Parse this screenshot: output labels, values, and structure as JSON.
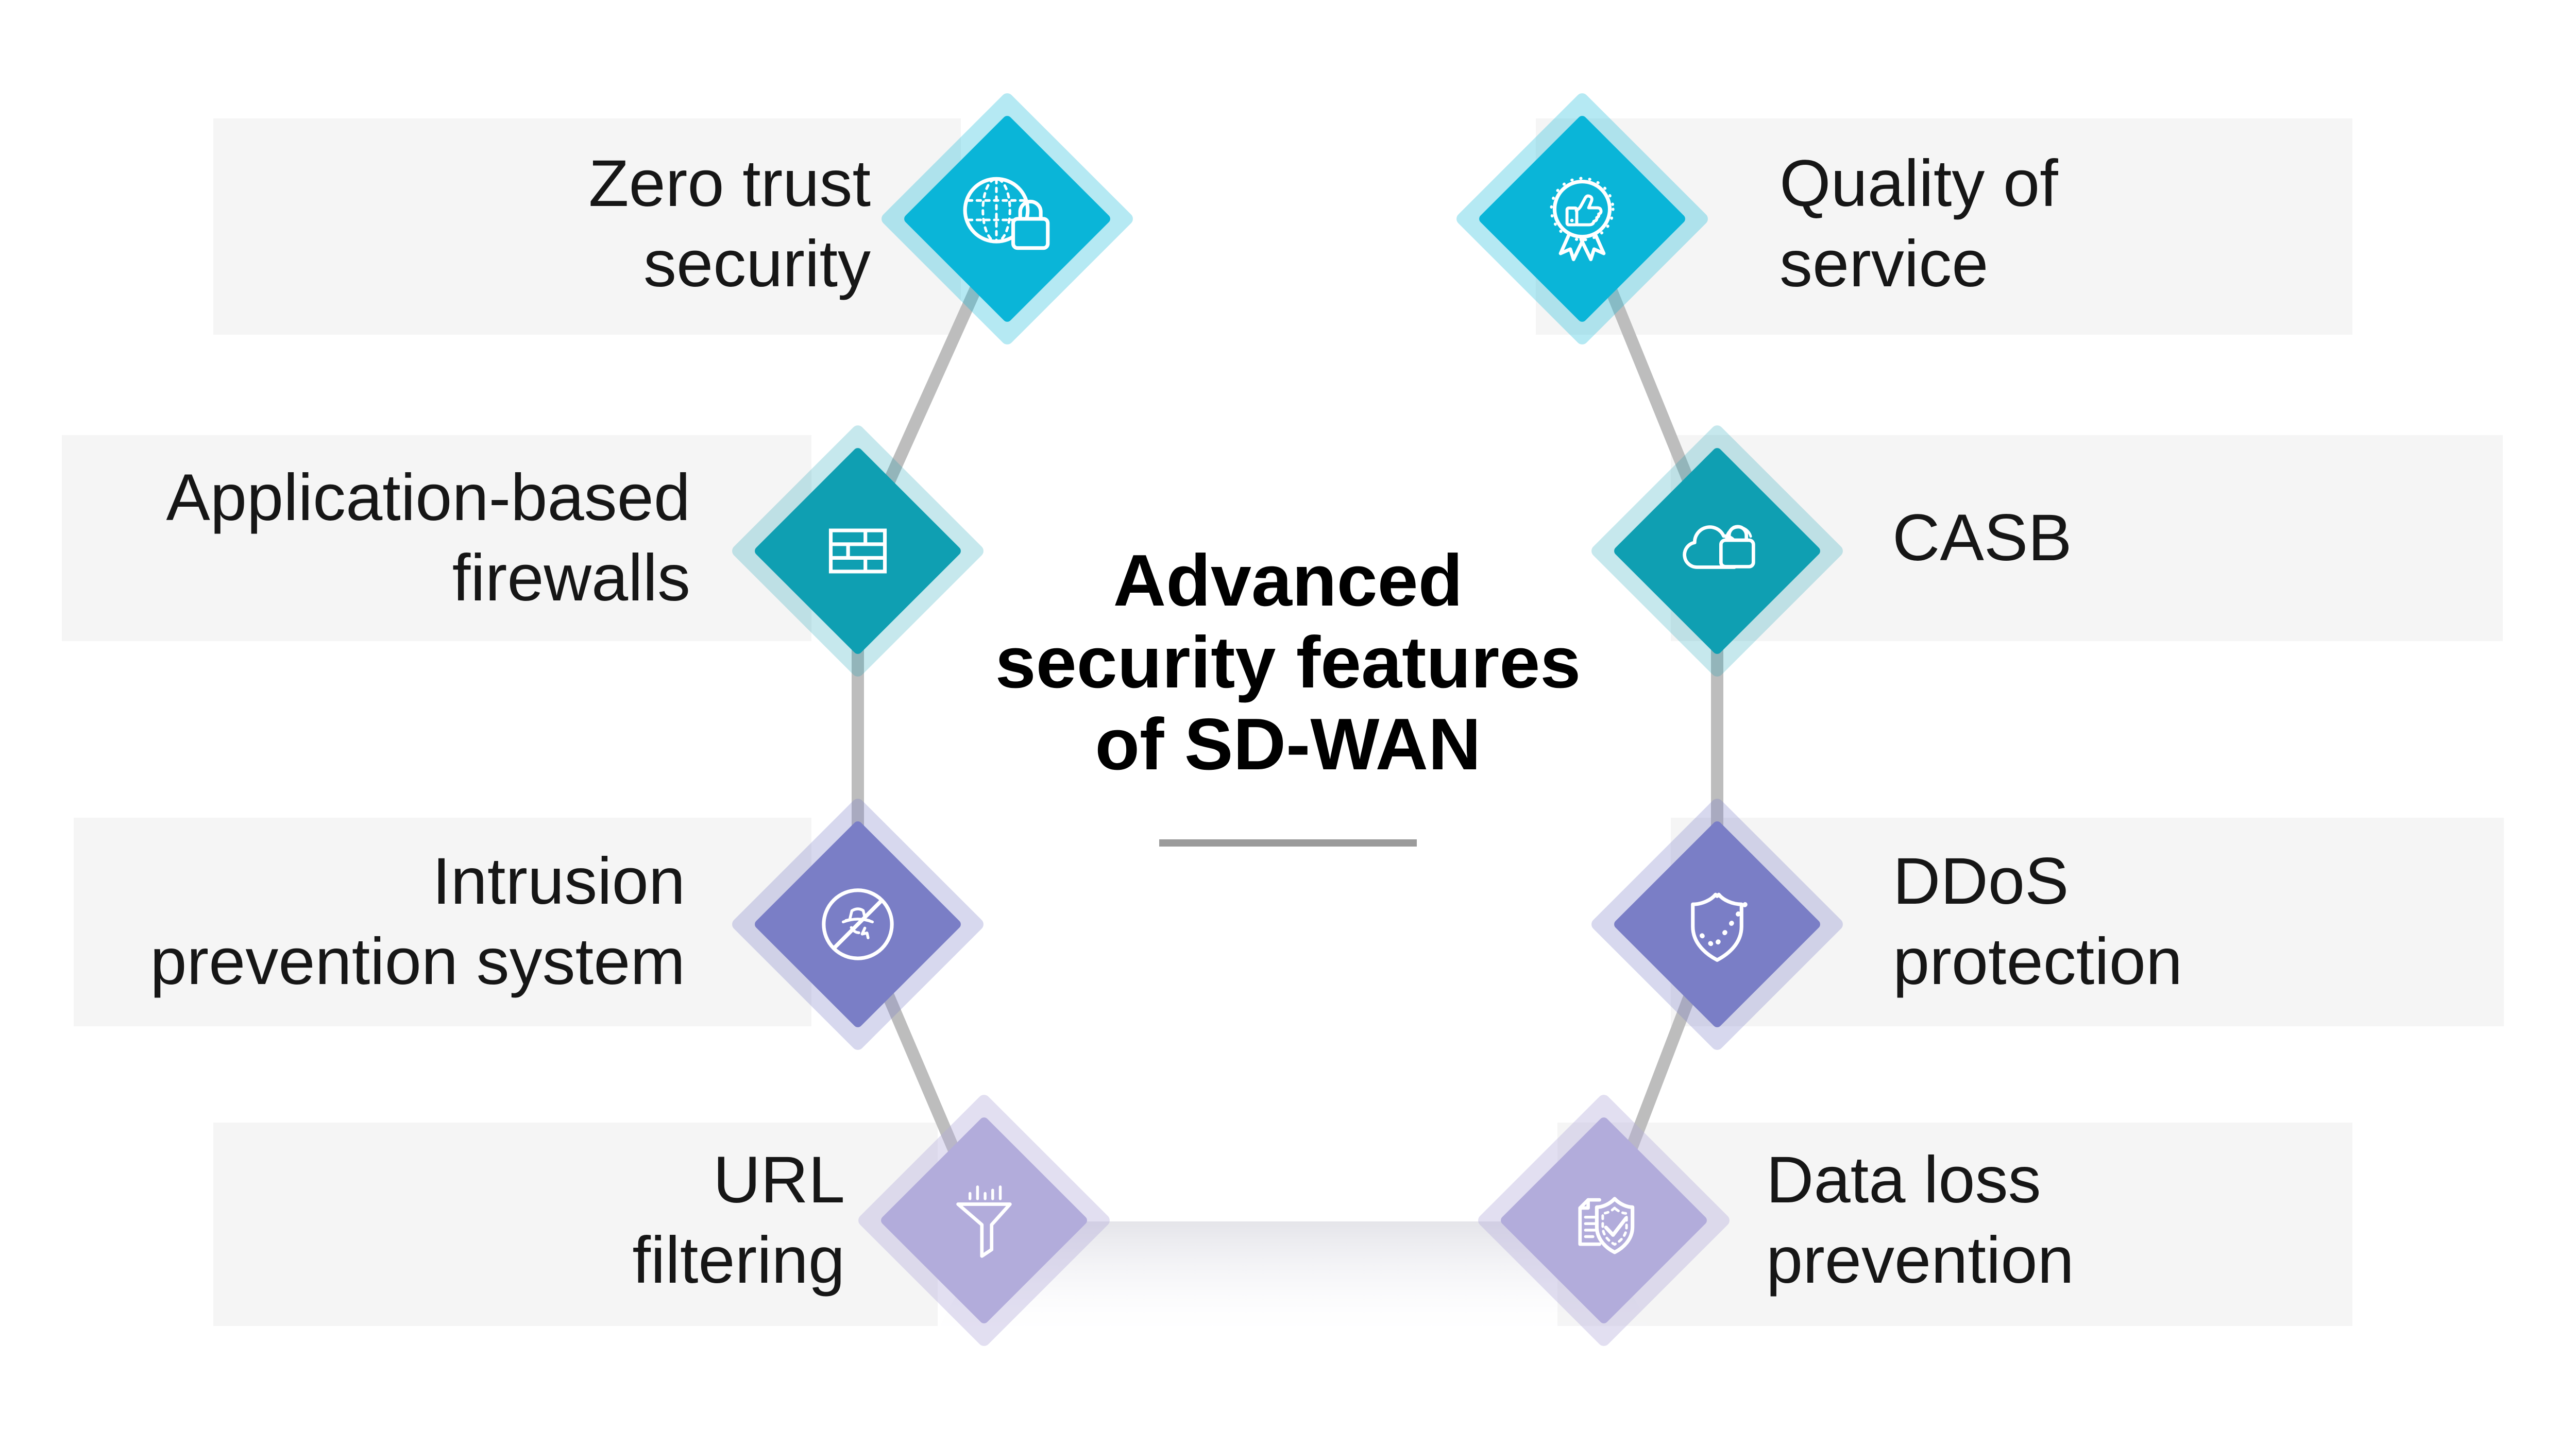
{
  "title": {
    "text": "Advanced\nsecurity features\nof SD-WAN",
    "divider_color": "#9b9b9b"
  },
  "colors": {
    "band": "#f5f5f5",
    "connector": "#bdbdbd",
    "label_text": "#161616"
  },
  "features": [
    {
      "id": "zero-trust-security",
      "label": "Zero trust\nsecurity",
      "side": "left",
      "color": "#0ab5d8",
      "halo": "rgba(10,181,216,0.30)",
      "icon": "globe-lock-icon"
    },
    {
      "id": "application-based-firewalls",
      "label": "Application-based\nfirewalls",
      "side": "left",
      "color": "#0f9fb2",
      "halo": "rgba(15,159,178,0.24)",
      "icon": "brick-wall-icon"
    },
    {
      "id": "intrusion-prevention-system",
      "label": "Intrusion\nprevention system",
      "side": "left",
      "color": "#7a7ec6",
      "halo": "rgba(122,126,198,0.30)",
      "icon": "no-spy-icon"
    },
    {
      "id": "url-filtering",
      "label": "URL\nfiltering",
      "side": "left",
      "color": "#b2acdb",
      "halo": "rgba(178,172,219,0.38)",
      "icon": "funnel-icon"
    },
    {
      "id": "quality-of-service",
      "label": "Quality of\nservice",
      "side": "right",
      "color": "#0ab5d8",
      "halo": "rgba(10,181,216,0.30)",
      "icon": "award-thumbs-up-icon"
    },
    {
      "id": "casb",
      "label": "CASB",
      "side": "right",
      "color": "#0f9fb2",
      "halo": "rgba(15,159,178,0.24)",
      "icon": "cloud-lock-icon"
    },
    {
      "id": "ddos-protection",
      "label": "DDoS\nprotection",
      "side": "right",
      "color": "#7a7ec6",
      "halo": "rgba(122,126,198,0.30)",
      "icon": "shield-check-icon"
    },
    {
      "id": "data-loss-prevention",
      "label": "Data loss\nprevention",
      "side": "right",
      "color": "#b2acdb",
      "halo": "rgba(178,172,219,0.38)",
      "icon": "document-shield-check-icon"
    }
  ]
}
